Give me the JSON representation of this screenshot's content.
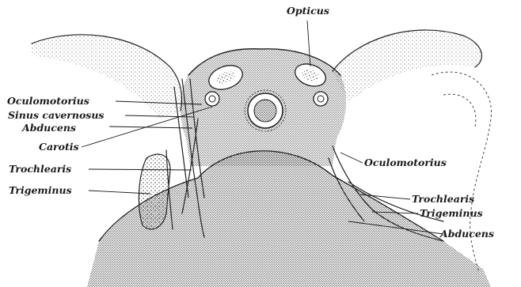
{
  "labels": {
    "opticus": "Opticus",
    "oculomotorius_left": "Oculomotorius",
    "sinus_cavernosus": "Sinus cavernosus",
    "abducens_left": "Abducens",
    "carotis": "Carotis",
    "trochlearis_left": "Trochlearis",
    "trigeminus_left": "Trigeminus",
    "oculomotorius_right": "Oculomotorius",
    "trochlearis_right": "Trochlearis",
    "trigeminus_right": "Trigeminus",
    "abducens_right": "Abducens"
  },
  "colors": {
    "ink": "#1a1a1a",
    "paper": "#ffffff"
  }
}
